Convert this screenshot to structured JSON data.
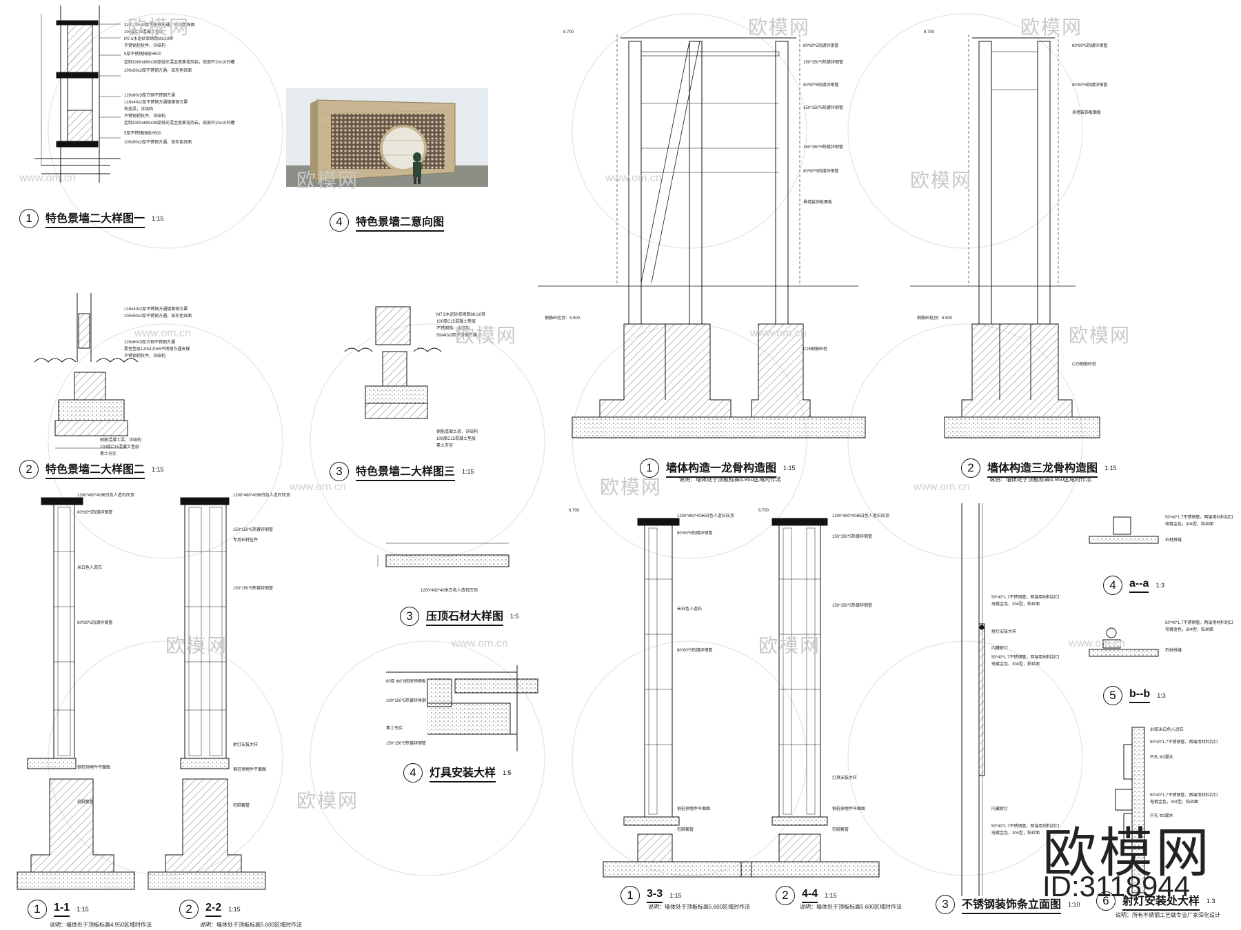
{
  "drawings": [
    {
      "num": "1",
      "title": "特色景墙二大样图一",
      "scale": "1:15"
    },
    {
      "num": "4",
      "title": "特色景墙二意向图",
      "scale": ""
    },
    {
      "num": "2",
      "title": "特色景墙二大样图二",
      "scale": "1:15"
    },
    {
      "num": "3",
      "title": "特色景墙二大样图三",
      "scale": "1:15"
    },
    {
      "num": "1",
      "title": "墙体构造一龙骨构造图",
      "scale": "1:15"
    },
    {
      "num": "2",
      "title": "墙体构造三龙骨构造图",
      "scale": "1:15"
    },
    {
      "num": "3",
      "title": "压顶石材大样图",
      "scale": "1:5"
    },
    {
      "num": "4",
      "title": "灯具安装大样",
      "scale": "1:5"
    },
    {
      "num": "1",
      "title": "1-1",
      "scale": "1:15"
    },
    {
      "num": "2",
      "title": "2-2",
      "scale": "1:15"
    },
    {
      "num": "1",
      "title": "3-3",
      "scale": "1:15"
    },
    {
      "num": "2",
      "title": "4-4",
      "scale": "1:15"
    },
    {
      "num": "3",
      "title": "不锈钢装饰条立面图",
      "scale": "1:10"
    },
    {
      "num": "4",
      "title": "a--a",
      "scale": "1:3"
    },
    {
      "num": "5",
      "title": "b--b",
      "scale": "1:3"
    },
    {
      "num": "6",
      "title": "射灯安装处大样",
      "scale": "1:3"
    }
  ],
  "notes": {
    "n1": "说明：墙体处于顶板标高4.950区域时作法",
    "n2": "说明：墙体处于顶板标高5.600区域时作法",
    "n3": "说明：墙体处于顶板标高4.950区域时作法",
    "n4": "说明：墙体处于顶板标高5.600区域时作法",
    "n5": "说明：墙体处于顶板标高4.950区域时作法",
    "n6": "说明：所有不锈钢工艺做专业厂家深化设计"
  },
  "annotations": {
    "a1": "80*80*5热镀锌钢管",
    "a2": "150*150*5热镀锌钢管",
    "a3": "景墙装饰板面板",
    "a4": "C25钢筋砼柱",
    "a5": "钢筋砼柱顶：5.900",
    "a6": "1200*480*40米白色人造石压顶",
    "a7": "射灯安装大样",
    "a8": "灯具安装大样",
    "a9": "钢柱预埋件平面图",
    "a10": "柱脚套管",
    "a11": "50*40*1.7不锈钢管，两端用材料封口",
    "a12": "电镀金色，304型，粘丝面",
    "a13": "石材拼缝",
    "a14": "30厚米白色人造石",
    "a15": "开孔 Φ3漏水",
    "a16": "内藏射灯",
    "a17": "射灯安装大样",
    "a18": "米白色人造石",
    "a19": "专用石材挂件",
    "a20": "8.700",
    "a21": "6.700"
  },
  "watermark": {
    "text": "欧模网",
    "url": "www.om.cn"
  },
  "brand": {
    "name": "欧模网",
    "id": "ID:3118944"
  },
  "colors": {
    "line": "#111111",
    "hatch": "#555555",
    "watermark": "#c9c9c9",
    "render_wall": "#c8b591",
    "render_screen": "#5a4a3a",
    "render_sky": "#e5ebee",
    "render_ground": "#8c8f86"
  }
}
